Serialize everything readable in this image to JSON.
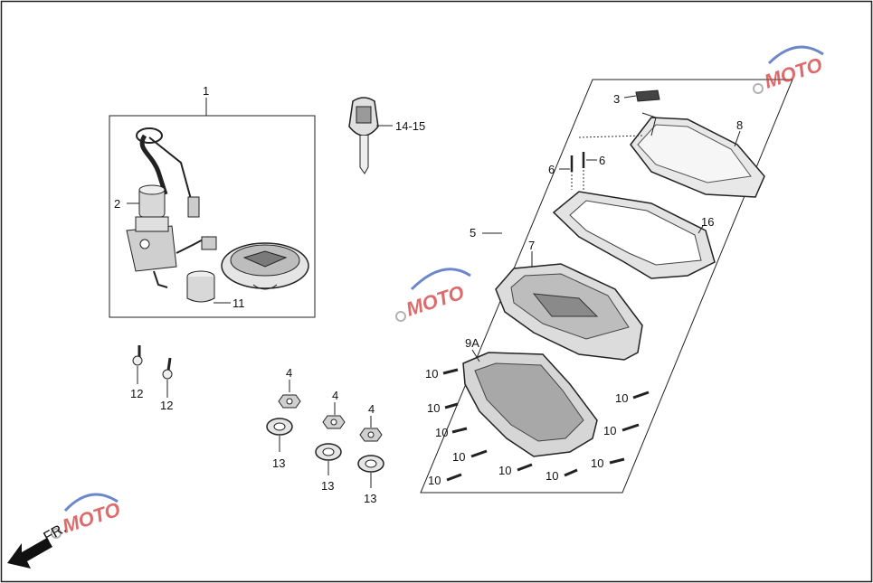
{
  "diagram": {
    "callouts": [
      {
        "id": "c1",
        "text": "1"
      },
      {
        "id": "c2",
        "text": "2"
      },
      {
        "id": "c3",
        "text": "3"
      },
      {
        "id": "c4a",
        "text": "4"
      },
      {
        "id": "c4b",
        "text": "4"
      },
      {
        "id": "c4c",
        "text": "4"
      },
      {
        "id": "c5",
        "text": "5"
      },
      {
        "id": "c6a",
        "text": "6"
      },
      {
        "id": "c6b",
        "text": "6"
      },
      {
        "id": "c7",
        "text": "7"
      },
      {
        "id": "c8",
        "text": "8"
      },
      {
        "id": "c9a",
        "text": "9A"
      },
      {
        "id": "c10a",
        "text": "10"
      },
      {
        "id": "c10b",
        "text": "10"
      },
      {
        "id": "c10c",
        "text": "10"
      },
      {
        "id": "c10d",
        "text": "10"
      },
      {
        "id": "c10e",
        "text": "10"
      },
      {
        "id": "c10f",
        "text": "10"
      },
      {
        "id": "c10g",
        "text": "10"
      },
      {
        "id": "c10h",
        "text": "10"
      },
      {
        "id": "c10i",
        "text": "10"
      },
      {
        "id": "c10j",
        "text": "10"
      },
      {
        "id": "c11",
        "text": "11"
      },
      {
        "id": "c12a",
        "text": "12"
      },
      {
        "id": "c12b",
        "text": "12"
      },
      {
        "id": "c13a",
        "text": "13"
      },
      {
        "id": "c13b",
        "text": "13"
      },
      {
        "id": "c13c",
        "text": "13"
      },
      {
        "id": "c14",
        "text": "14-15"
      },
      {
        "id": "c16",
        "text": "16"
      }
    ],
    "direction_label": "FR.",
    "watermark": "MOTO",
    "colors": {
      "line": "#1a1a1a",
      "part_fill": "#dcdcdc",
      "watermark_red": "#d23a3a",
      "watermark_blue": "#3a5fb8"
    }
  }
}
